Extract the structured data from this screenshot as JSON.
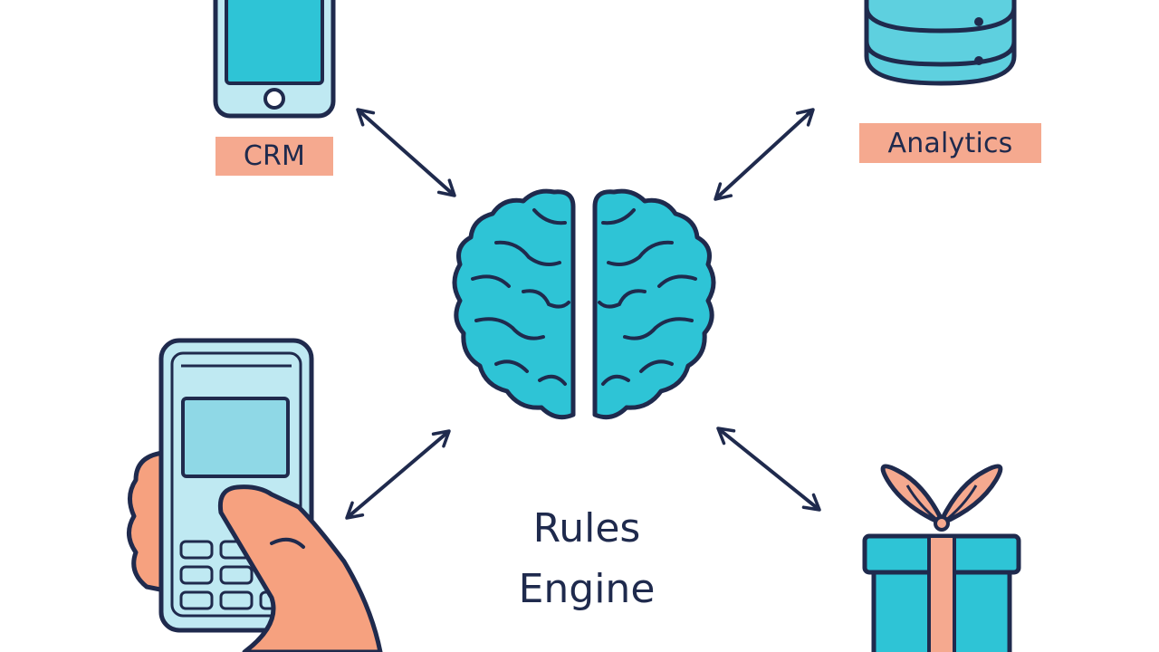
{
  "title": {
    "line1": "Rules",
    "line2": "Engine"
  },
  "nodes": {
    "crm": {
      "label": "CRM",
      "icon": "smartphone-icon"
    },
    "analytics": {
      "label": "Analytics",
      "icon": "database-icon"
    },
    "pos": {
      "icon": "payment-terminal-icon"
    },
    "rewards": {
      "icon": "gift-icon"
    },
    "center": {
      "icon": "brain-icon"
    }
  },
  "colors": {
    "outline": "#1f2a4d",
    "teal": "#2ec4d6",
    "light_teal": "#bfe9f2",
    "salmon": "#f5a98f",
    "skin": "#f6a17f"
  }
}
